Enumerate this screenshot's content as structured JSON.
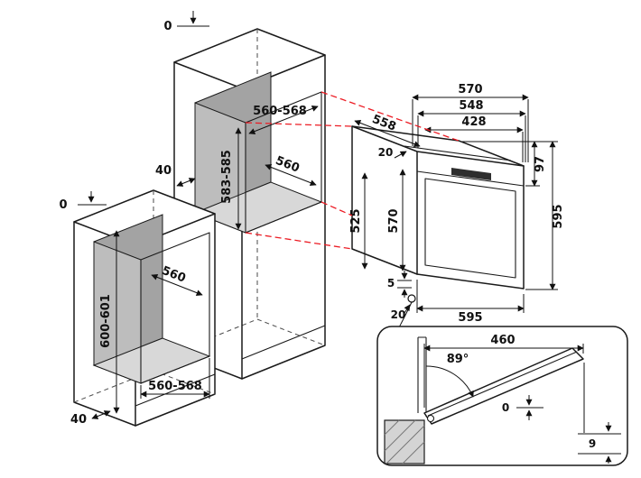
{
  "diagram": {
    "tall_cabinet": {
      "flush_top": "0",
      "niche_width": "560-568",
      "niche_height": "583-585",
      "niche_depth": "560",
      "side_clearance": "40"
    },
    "base_cabinet": {
      "flush_top": "0",
      "niche_depth": "560",
      "niche_height": "600-601",
      "niche_width": "560-568",
      "plinth_recess": "40"
    },
    "oven": {
      "width_top": "570",
      "width_mid": "548",
      "width_inner": "428",
      "depth_top": "558",
      "top_inset": "20",
      "control_panel_height": "97",
      "total_height": "595",
      "body_depth": "525",
      "front_height": "570",
      "bottom_gap": "5",
      "bottom_inset": "20",
      "front_width": "595"
    },
    "door_detail": {
      "door_width": "460",
      "opening_angle": "89°",
      "flush_gap": "0",
      "floor_clearance": "9"
    }
  },
  "colors": {
    "projection_line": "#ec1c24",
    "niche_back": "#a3a3a3",
    "niche_side": "#bdbdbd",
    "niche_floor": "#d8d8d8",
    "line": "#1a1a1a"
  }
}
